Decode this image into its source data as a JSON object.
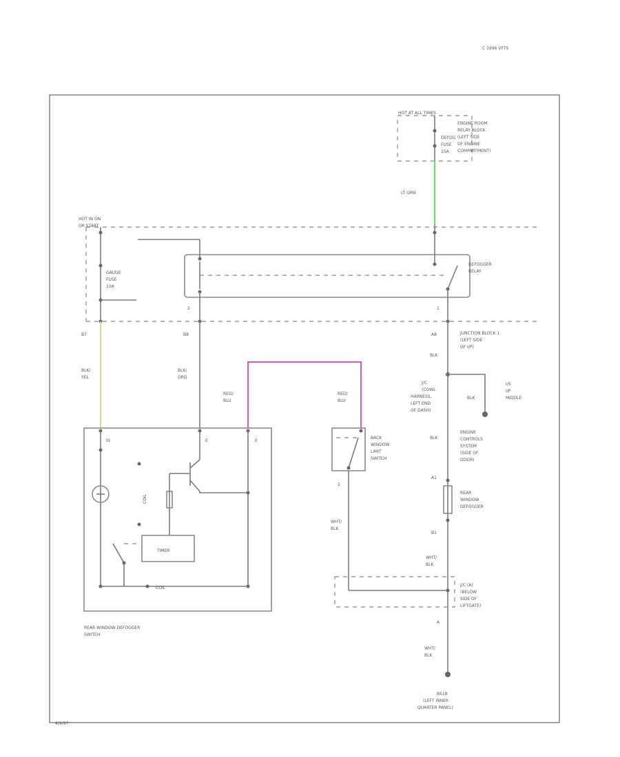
{
  "header": {
    "corner_text": "C 1996 VFTS"
  },
  "footer": {
    "figure_code": "4/9/97"
  },
  "colors": {
    "wire_ltgrn": "#66e066",
    "wire_blkyel": "#d8d890",
    "wire_redblu": "#dd5a9e",
    "line": "#7a7a7a"
  },
  "labels": {
    "hot_at_all_times": "HOT AT ALL TIMES",
    "engine_room_relay_block": [
      "ENGINE ROOM",
      "RELAY BLOCK",
      "(LEFT SIDE",
      "OF ENGINE",
      "COMPARTMENT)"
    ],
    "defog_fuse": [
      "DEFOG",
      "FUSE",
      "15A"
    ],
    "lt_grn": "LT GRN",
    "hot_in_on_or_start": [
      "HOT IN ON",
      "OR START"
    ],
    "gauge_fuse": [
      "GAUGE",
      "FUSE",
      "10A"
    ],
    "defogger_relay": [
      "DEFOGGER",
      "RELAY"
    ],
    "junction_block_1": [
      "JUNCTION BLOCK 1",
      "(LEFT SIDE",
      "OF I/P)"
    ],
    "pin_2": "2",
    "pin_1": "1",
    "pin_b7": "B7",
    "pin_b8": "B8",
    "pin_a8": "A8",
    "blk_yel": [
      "BLK/",
      "YEL"
    ],
    "blk_org": [
      "BLK/",
      "ORG"
    ],
    "red_blu_1": [
      "RED/",
      "BLU"
    ],
    "red_blu_2": [
      "RED/",
      "BLU"
    ],
    "blk_1": "BLK",
    "splice": [
      "J/C",
      "(COWL",
      "HARNESS,",
      "LEFT END",
      "OF DASH)"
    ],
    "blk_2": "BLK",
    "to_ip_ground": [
      "I/S",
      "I/P",
      "MIDDLE"
    ],
    "blk_3": "BLK",
    "ecu_ground": [
      "ENGINE",
      "CONTROLS",
      "SYSTEM",
      "(SIDE OF",
      "DOOR)"
    ],
    "pin_a1": "A1",
    "rear_window_defogger": [
      "REAR",
      "WINDOW",
      "DEFOGGER"
    ],
    "pin_b1": "B1",
    "wht_blk_1": [
      "WHT/",
      "BLK"
    ],
    "wht_blk_2": [
      "WHT/",
      "BLK"
    ],
    "back_window_limit_switch": [
      "BACK",
      "WINDOW",
      "LIMIT",
      "SWITCH"
    ],
    "pin_2b": "2",
    "liftgate_junction": [
      "J/C (A)",
      "(BELOW",
      "SIDE OF",
      "LIFTGATE)"
    ],
    "pin_a": "A",
    "wht_blk_3": [
      "WHT/",
      "BLK"
    ],
    "ground_point": [
      "BS18",
      "(LEFT INNER",
      "QUARTER PANEL)"
    ],
    "switch_pin_ig": "IG",
    "switch_pin_e1": "E",
    "switch_pin_e2": "E",
    "switch_title": [
      "REAR WINDOW DEFOGGER",
      "SWITCH"
    ],
    "timer": "TIMER",
    "coil": "COIL",
    "coil_v": "COIL"
  }
}
